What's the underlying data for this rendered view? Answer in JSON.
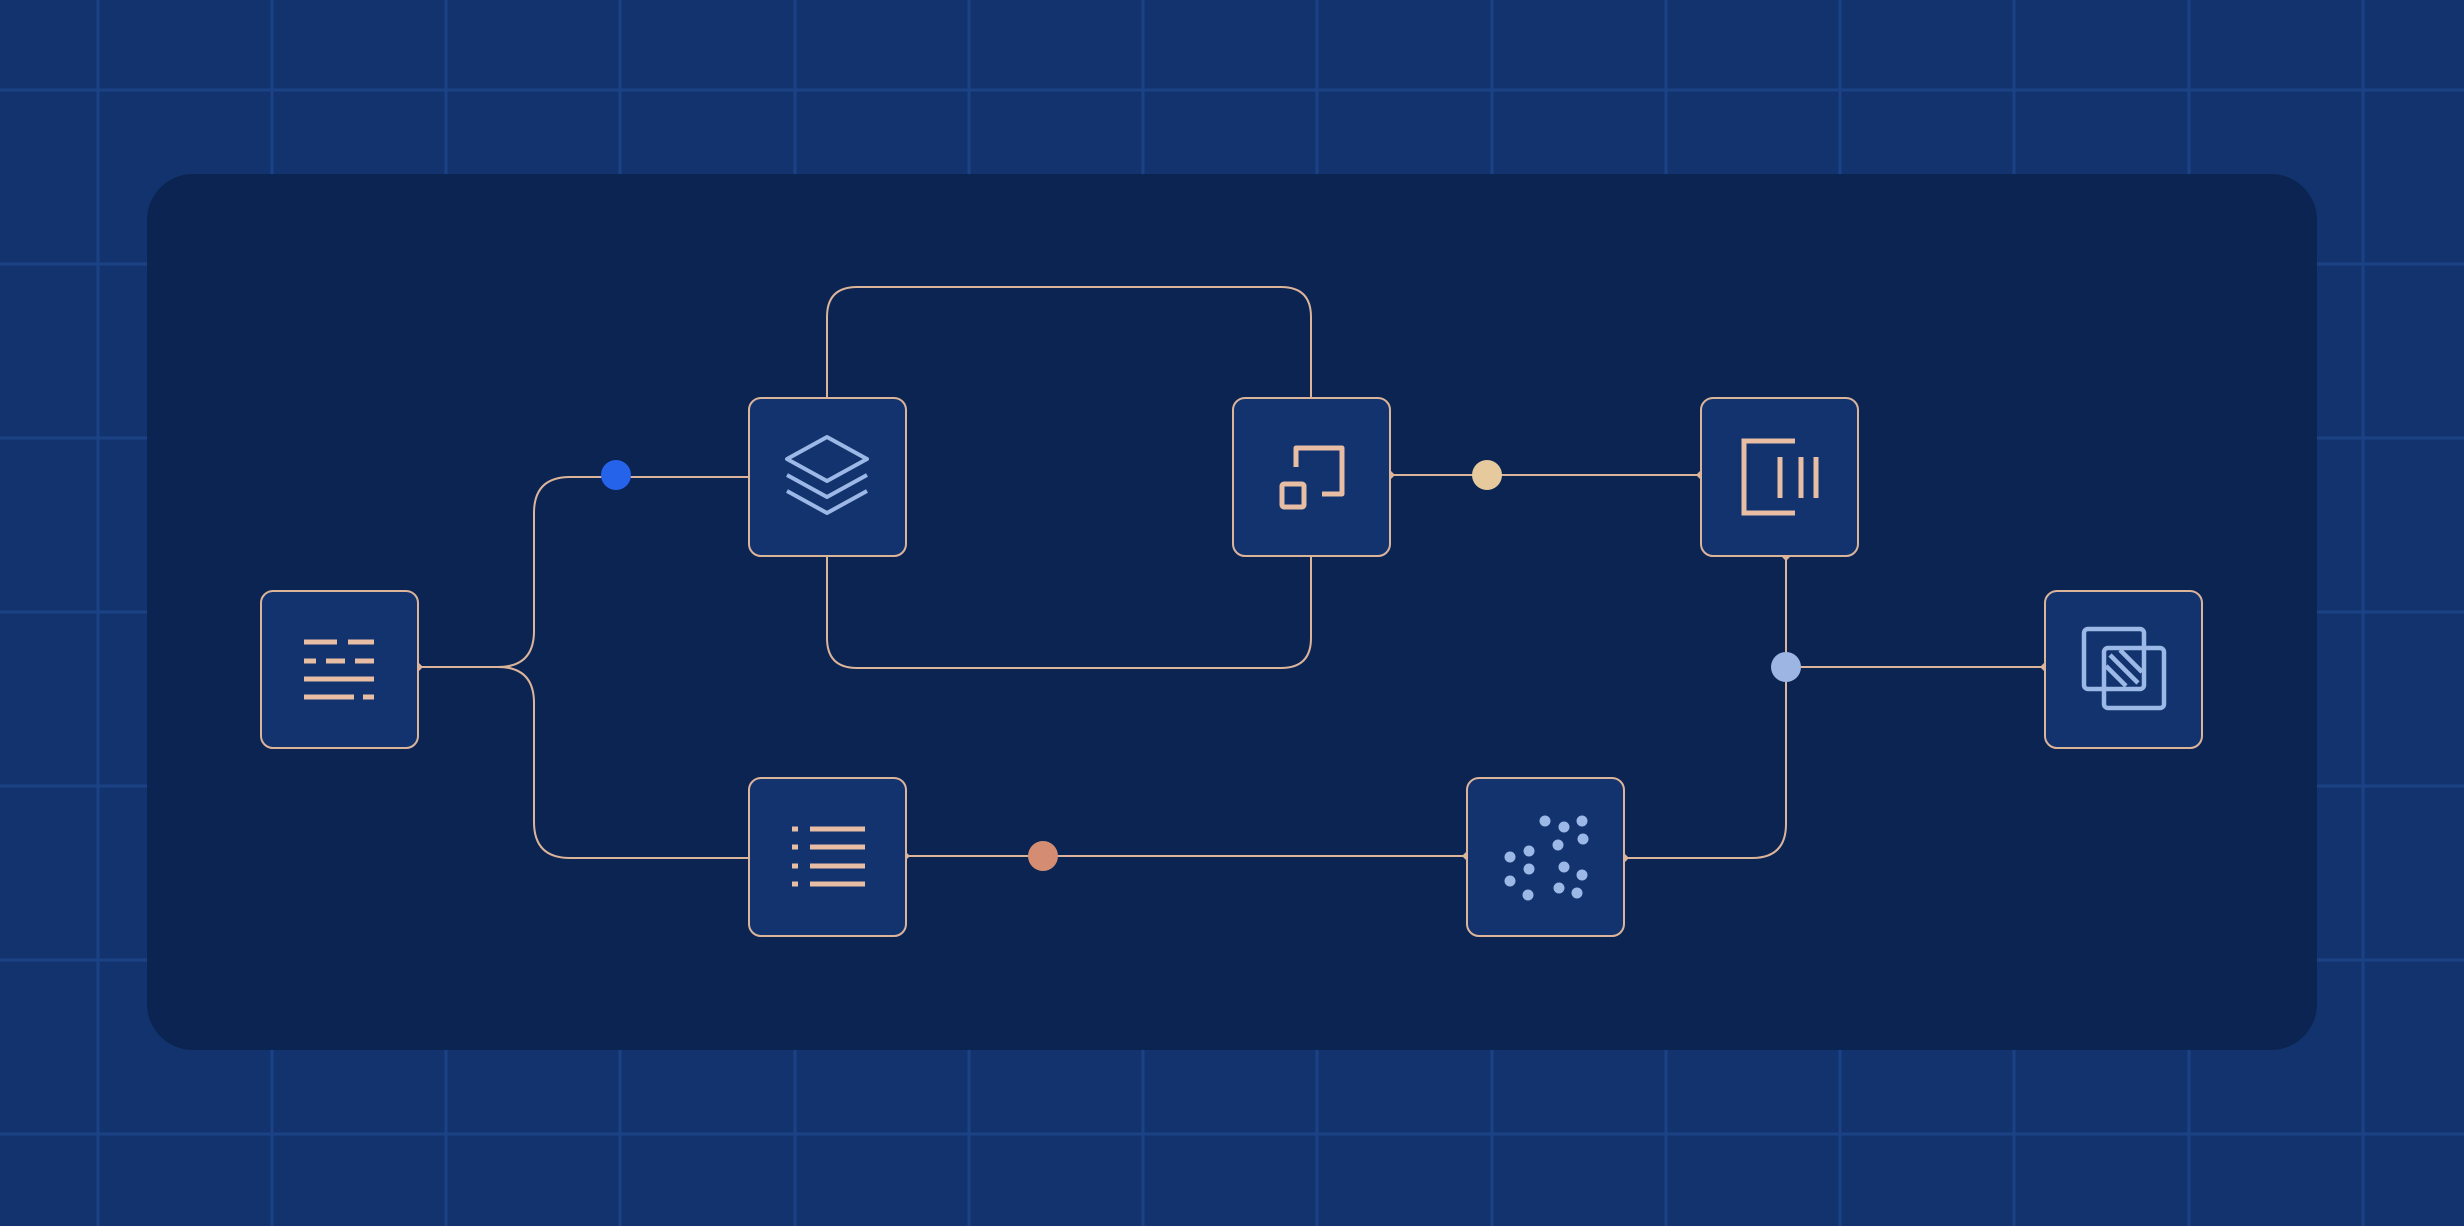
{
  "colors": {
    "page_background": "#12336e",
    "grid_line": "#1c4286",
    "panel_background": "#0b2452",
    "node_fill": "#12336e",
    "connector": "#dcb49a",
    "icon_peach": "#e7bea4",
    "icon_blue": "#9cb8e6",
    "dot_bright_blue": "#2563eb",
    "dot_sand": "#e6c99d",
    "dot_terracotta": "#d48d73",
    "dot_light_blue": "#9cb5e2"
  },
  "nodes": [
    {
      "id": "text-lines",
      "icon": "text-lines-icon"
    },
    {
      "id": "layers",
      "icon": "layers-icon"
    },
    {
      "id": "resize",
      "icon": "resize-icon"
    },
    {
      "id": "columns",
      "icon": "columns-icon"
    },
    {
      "id": "list",
      "icon": "list-icon"
    },
    {
      "id": "scatter-dots",
      "icon": "scatter-dots-icon"
    },
    {
      "id": "overlap-squares",
      "icon": "overlap-squares-icon"
    }
  ],
  "connections": [
    {
      "from": "text-lines",
      "to": "layers"
    },
    {
      "from": "text-lines",
      "to": "list"
    },
    {
      "from": "layers",
      "to": "resize",
      "route": "loop-top"
    },
    {
      "from": "layers",
      "to": "resize",
      "route": "loop-bottom"
    },
    {
      "from": "resize",
      "to": "columns"
    },
    {
      "from": "list",
      "to": "scatter-dots"
    },
    {
      "from": "scatter-dots",
      "to": "columns"
    },
    {
      "from": "columns",
      "to": "overlap-squares"
    }
  ]
}
